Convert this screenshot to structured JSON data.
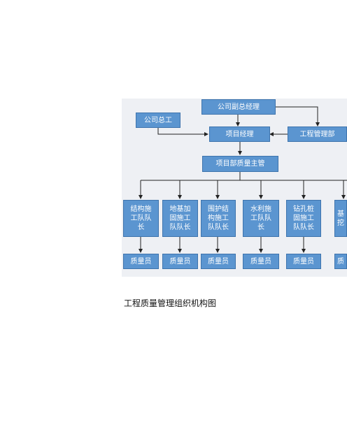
{
  "org_chart": {
    "top": "公司副总经理",
    "chief_engineer": "公司总工",
    "project_manager": "项目经理",
    "engineering_dept": "工程管理部",
    "quality_head": "项目部质量主管",
    "teams": [
      "结构施\n工队队\n长",
      "地基加\n固施工\n队队长",
      "围护结\n构施工\n队队长",
      "水利施\n工队队\n长",
      "钻孔桩\n固施工\n队队长",
      "基\n挖"
    ],
    "inspectors": [
      "质量员",
      "质量员",
      "质量员",
      "质量员",
      "质量员",
      "质"
    ]
  },
  "caption": "工程质量管理组织机构图"
}
